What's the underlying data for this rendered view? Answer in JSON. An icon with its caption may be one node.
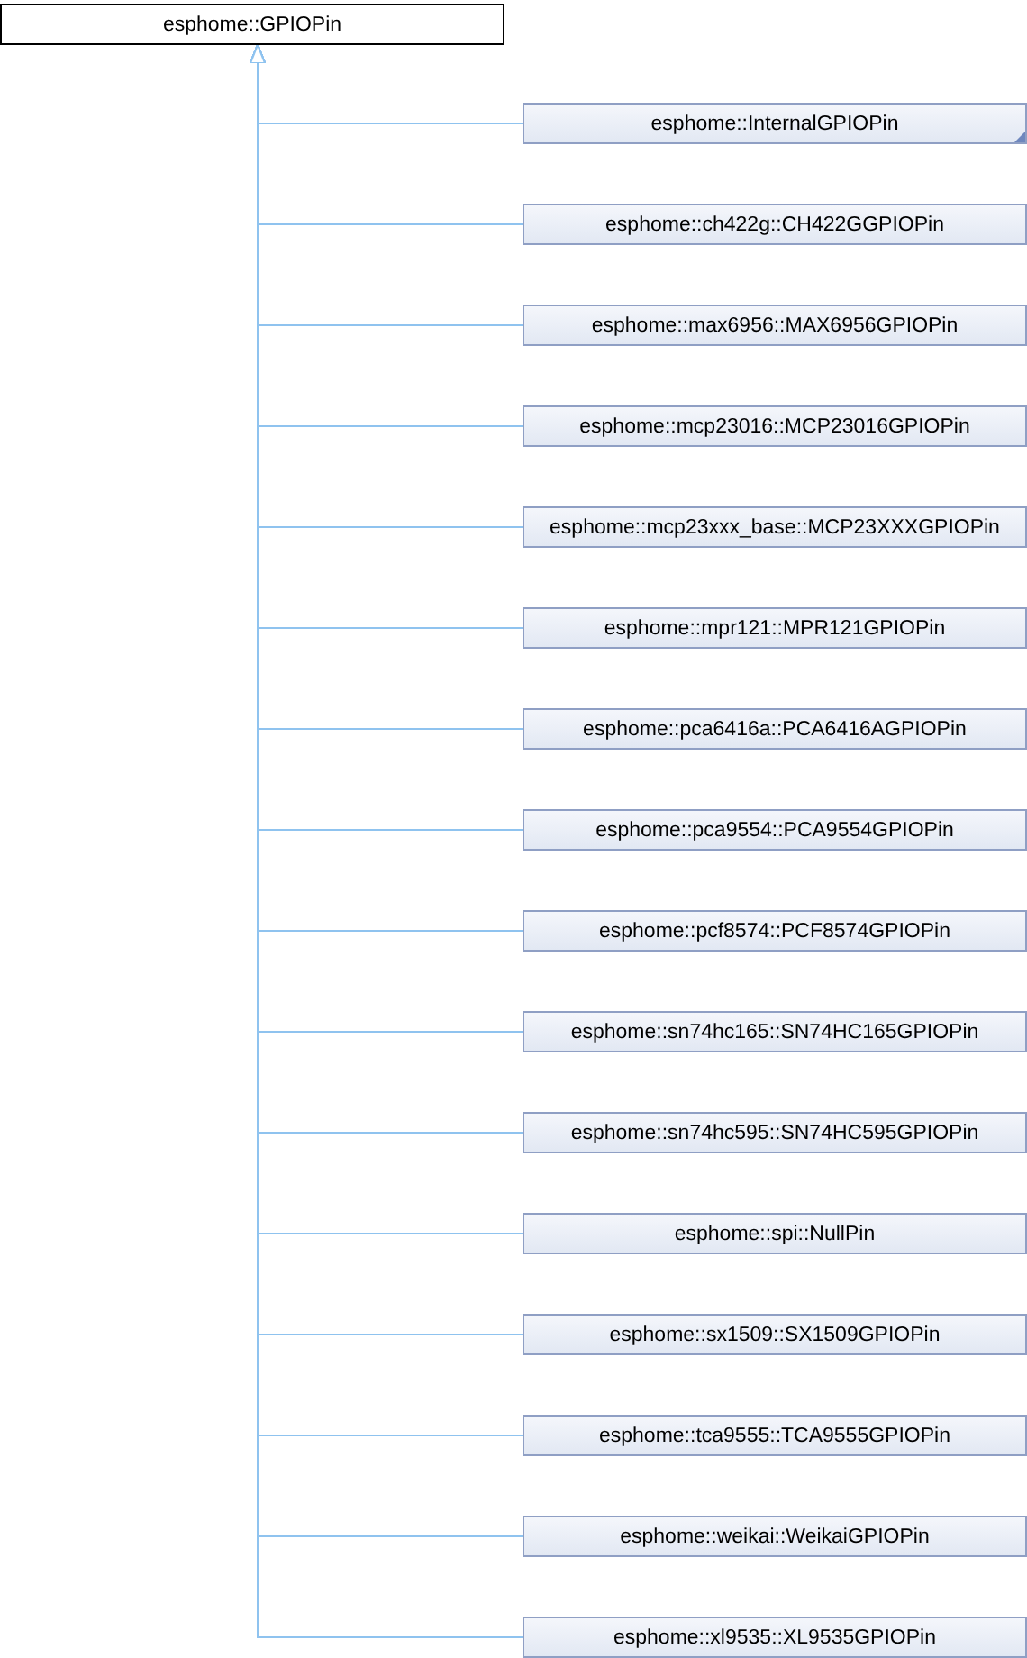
{
  "diagram": {
    "nodes": [
      {
        "text": [
          "esphome::GPIOPin"
        ]
      },
      {
        "text": [
          "esphome::InternalGPIOPin"
        ]
      },
      {
        "text": [
          "esphome::ch422g::CH422GGPIOPin"
        ]
      },
      {
        "text": [
          "esphome::max6956::MAX6956GPIOPin"
        ]
      },
      {
        "text": [
          "esphome::mcp23016::MCP23016GPIOPin"
        ]
      },
      {
        "text": [
          "esphome::mcp23xxx_base::MCP23XXXGPIOPin"
        ]
      },
      {
        "text": [
          "esphome::mpr121::MPR121GPIOPin"
        ]
      },
      {
        "text": [
          "esphome::pca6416a::PCA6416AGPIOPin"
        ]
      },
      {
        "text": [
          "esphome::pca9554::PCA9554GPIOPin"
        ]
      },
      {
        "text": [
          "esphome::pcf8574::PCF8574GPIOPin"
        ]
      },
      {
        "text": [
          "esphome::sn74hc165::SN74HC165GPIOPin"
        ]
      },
      {
        "text": [
          "esphome::sn74hc595::SN74HC595GPIOPin"
        ]
      },
      {
        "text": [
          "esphome::spi::NullPin"
        ]
      },
      {
        "text": [
          "esphome::sx1509::SX1509GPIOPin"
        ]
      },
      {
        "text": [
          "esphome::tca9555::TCA9555GPIOPin"
        ]
      },
      {
        "text": [
          "esphome::weikai::WeikaiGPIOPin"
        ]
      },
      {
        "text": [
          "esphome::xl9535::XL9535GPIOPin"
        ]
      }
    ],
    "edges": [
      {
        "from": 1,
        "to": 0,
        "arrow": "to"
      },
      {
        "from": 2,
        "to": 0,
        "arrow": "to"
      },
      {
        "from": 3,
        "to": 0,
        "arrow": "to"
      },
      {
        "from": 4,
        "to": 0,
        "arrow": "to"
      },
      {
        "from": 5,
        "to": 0,
        "arrow": "to"
      },
      {
        "from": 6,
        "to": 0,
        "arrow": "to"
      },
      {
        "from": 7,
        "to": 0,
        "arrow": "to"
      },
      {
        "from": 8,
        "to": 0,
        "arrow": "to"
      },
      {
        "from": 9,
        "to": 0,
        "arrow": "to"
      },
      {
        "from": 10,
        "to": 0,
        "arrow": "to"
      },
      {
        "from": 11,
        "to": 0,
        "arrow": "to"
      },
      {
        "from": 12,
        "to": 0,
        "arrow": "to"
      },
      {
        "from": 13,
        "to": 0,
        "arrow": "to"
      },
      {
        "from": 14,
        "to": 0,
        "arrow": "to"
      },
      {
        "from": 15,
        "to": 0,
        "arrow": "to"
      },
      {
        "from": 16,
        "to": 0,
        "arrow": "to"
      }
    ]
  }
}
